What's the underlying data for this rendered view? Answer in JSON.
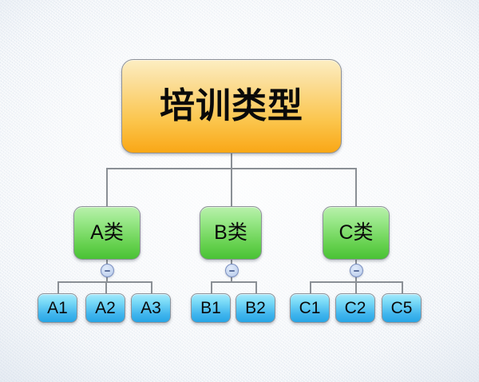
{
  "diagram": {
    "title_node": {
      "label": "培训类型",
      "color": "#f9a716"
    },
    "categories": [
      {
        "label": "A类",
        "color": "#49c235",
        "toggle_icon": "minus-circle-icon",
        "toggle_state": "expanded"
      },
      {
        "label": "B类",
        "color": "#49c235",
        "toggle_icon": "minus-circle-icon",
        "toggle_state": "expanded"
      },
      {
        "label": "C类",
        "color": "#49c235",
        "toggle_icon": "minus-circle-icon",
        "toggle_state": "expanded"
      }
    ],
    "leaves": {
      "a": [
        {
          "label": "A1"
        },
        {
          "label": "A2"
        },
        {
          "label": "A3"
        }
      ],
      "b": [
        {
          "label": "B1"
        },
        {
          "label": "B2"
        }
      ],
      "c": [
        {
          "label": "C1"
        },
        {
          "label": "C2"
        },
        {
          "label": "C5"
        }
      ]
    },
    "colors": {
      "root_top": "#fdeec2",
      "root_bottom": "#f9a716",
      "category_top": "#b9f0ac",
      "category_bottom": "#49c235",
      "leaf_top": "#a5e8fb",
      "leaf_bottom": "#27a6e6",
      "connector": "#8a8f95",
      "background": "#eef2f7",
      "border": "#8e9299"
    }
  }
}
